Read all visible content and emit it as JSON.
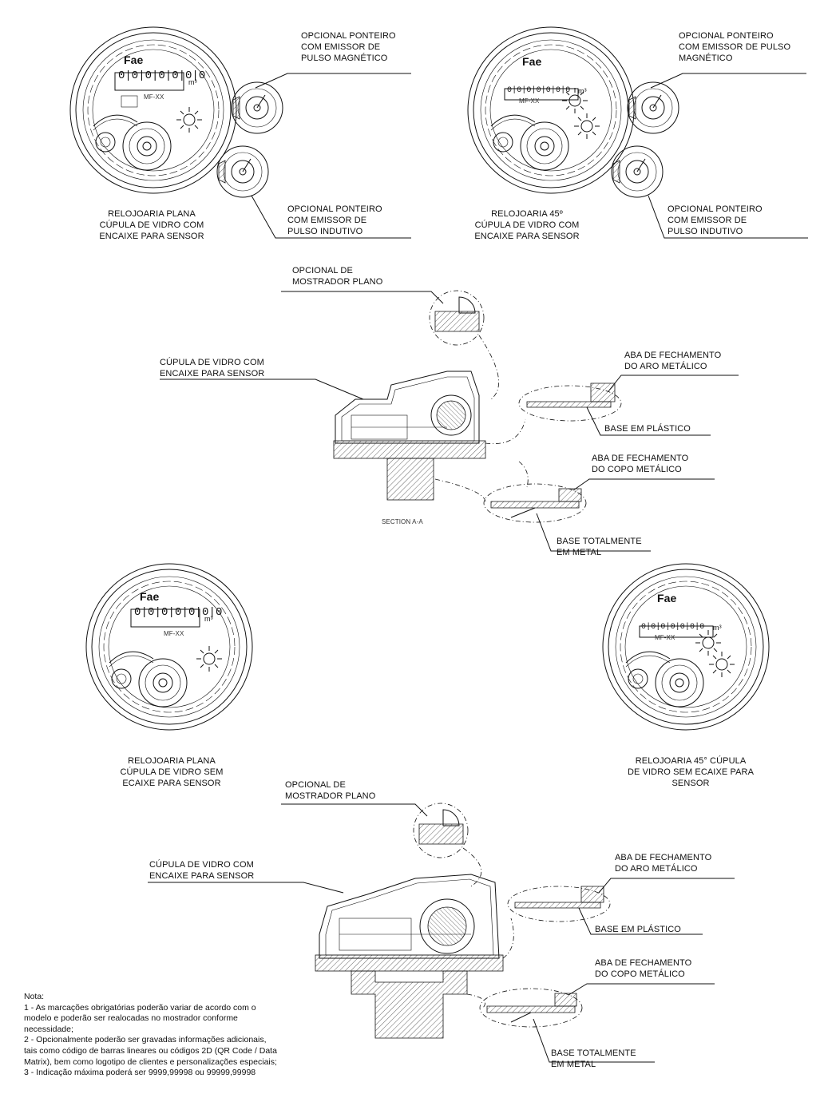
{
  "top_left": {
    "magnetic_label": [
      "OPCIONAL PONTEIRO",
      "COM EMISSOR DE",
      "PULSO MAGNÉTICO"
    ],
    "inductive_label": [
      "OPCIONAL PONTEIRO",
      "COM EMISSOR DE",
      "PULSO INDUTIVO"
    ],
    "caption": [
      "RELOJOARIA  PLANA",
      "CÚPULA  DE VIDRO COM",
      "ENCAIXE PARA SENSOR"
    ],
    "odometer": "0|0|0|0|0|0|0",
    "unit": "m³",
    "brand": "Fae",
    "model": "MF-XX"
  },
  "top_right": {
    "magnetic_label": [
      "OPCIONAL PONTEIRO",
      "COM EMISSOR DE PULSO",
      "MAGNÉTICO"
    ],
    "inductive_label": [
      "OPCIONAL PONTEIRO",
      "COM EMISSOR DE",
      "PULSO INDUTIVO"
    ],
    "caption": [
      "RELOJOARIA  45º",
      "CÚPULA  DE VIDRO COM",
      "ENCAIXE PARA SENSOR"
    ],
    "odometer": "0|0|0|0|0|0|0",
    "unit": "m³",
    "brand": "Fae",
    "model": "MF-XX"
  },
  "section1": {
    "optional_dial": [
      "OPCIONAL DE",
      "MOSTRADOR  PLANO"
    ],
    "glass_dome": [
      "CÚPULA DE VIDRO  COM",
      "ENCAIXE PARA SENSOR"
    ],
    "ring_tab": [
      "ABA DE FECHAMENTO",
      "DO ARO METÁLICO"
    ],
    "plastic_base": "BASE EM PLÁSTICO",
    "cup_tab": [
      "ABA DE FECHAMENTO",
      "DO COPO METÁLICO"
    ],
    "metal_base": [
      "BASE TOTALMENTE",
      "EM METAL"
    ],
    "section_label": "SECTION A-A"
  },
  "mid_left": {
    "caption": [
      "RELOJOARIA  PLANA",
      "CÚPULA  DE VIDRO SEM",
      "ECAIXE PARA SENSOR"
    ],
    "odometer": "0|0|0|0|0|0|0",
    "unit": "m³",
    "brand": "Fae",
    "model": "MF-XX"
  },
  "mid_right": {
    "caption": [
      "RELOJOARIA 45° CÚPULA",
      "DE VIDRO SEM ECAIXE PARA",
      "SENSOR"
    ],
    "odometer": "0|0|0|0|0|0|0",
    "unit": "m³",
    "brand": "Fae",
    "model": "MF-XX"
  },
  "section2": {
    "optional_dial": [
      "OPCIONAL DE",
      "MOSTRADOR  PLANO"
    ],
    "glass_dome": [
      "CÚPULA DE VIDRO  COM",
      "ENCAIXE PARA SENSOR"
    ],
    "ring_tab": [
      "ABA DE FECHAMENTO",
      "DO ARO METÁLICO"
    ],
    "plastic_base": "BASE EM PLÁSTICO",
    "cup_tab": [
      "ABA DE FECHAMENTO",
      "DO COPO METÁLICO"
    ],
    "metal_base": [
      "BASE TOTALMENTE",
      "EM METAL"
    ]
  },
  "notes": {
    "title": "Nota:",
    "lines": [
      "1 - As marcações obrigatórias poderão variar de acordo com o",
      "modelo e poderão ser realocadas no mostrador conforme",
      "necessidade;",
      "2 - Opcionalmente poderão ser gravadas informações adicionais,",
      "tais como código de barras lineares ou códigos 2D (QR Code / Data",
      "Matrix), bem como logotipo de clientes e personalizações especiais;",
      "3 - Indicação máxima poderá ser 9999,99998 ou 99999,99998"
    ]
  }
}
